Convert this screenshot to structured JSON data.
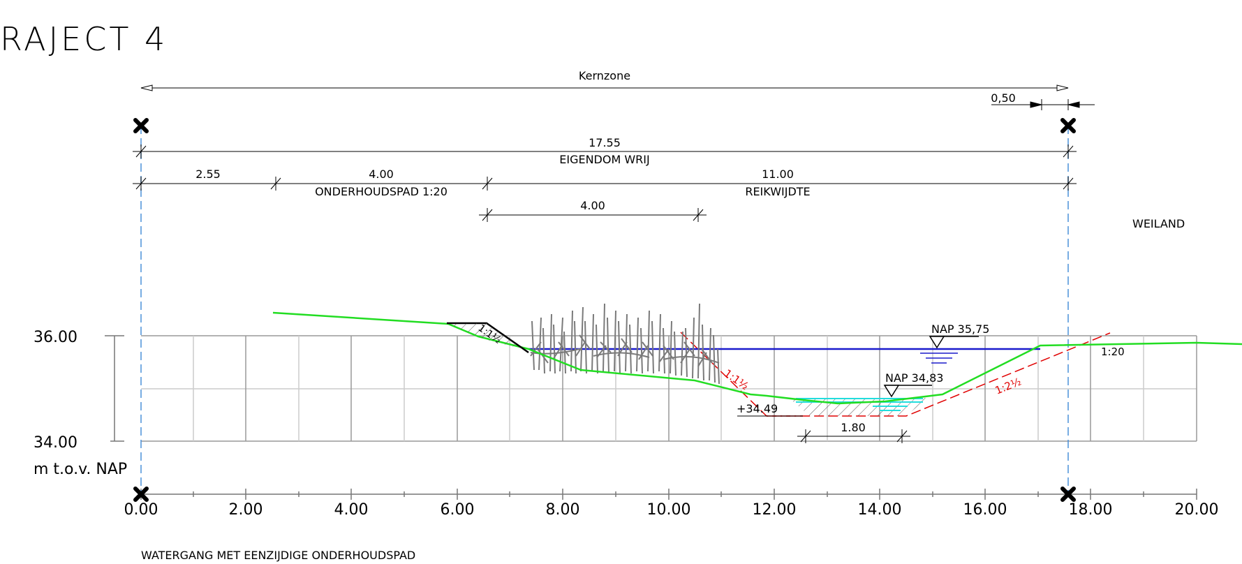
{
  "title": "RAJECT 4",
  "subtitle": "WATERGANG MET EENZIJDIGE ONDERHOUDSPAD",
  "zone_label": "Kernzone",
  "dimensions": {
    "offset_050": "0,50",
    "total_width": "17.55",
    "eigendom": "EIGENDOM WRIJ",
    "pad_left": "2.55",
    "pad_width": "4.00",
    "pad_label": "ONDERHOUDSPAD 1:20",
    "reach_width": "11.00",
    "reach_label": "REIKWIJDTE",
    "reed_width": "4.00",
    "bottom_width": "1.80"
  },
  "area_label": "WEILAND",
  "levels": {
    "water_level": "NAP 35,75",
    "low_level": "NAP 34,83",
    "bottom_level": "+34.49"
  },
  "slopes": {
    "left_bank": "1:1½",
    "left_design": "1:1½",
    "right_design": "1:2½",
    "right_field": "1:20"
  },
  "y_axis": {
    "ticks": [
      "36.00",
      "34.00"
    ],
    "unit": "m t.o.v. NAP"
  },
  "x_axis": {
    "ticks": [
      "0.00",
      "2.00",
      "4.00",
      "6.00",
      "8.00",
      "10.00",
      "12.00",
      "14.00",
      "16.00",
      "18.00",
      "20.00"
    ]
  },
  "colors": {
    "terrain": "#22dd22",
    "water": "#1a1acc",
    "design": "#e00000",
    "boundary": "#4a90d9",
    "grid": "#999999",
    "reed": "#7a7a7a",
    "cyan": "#22dddd"
  },
  "icons": [
    "boundary-marker-icon",
    "water-level-icon"
  ]
}
